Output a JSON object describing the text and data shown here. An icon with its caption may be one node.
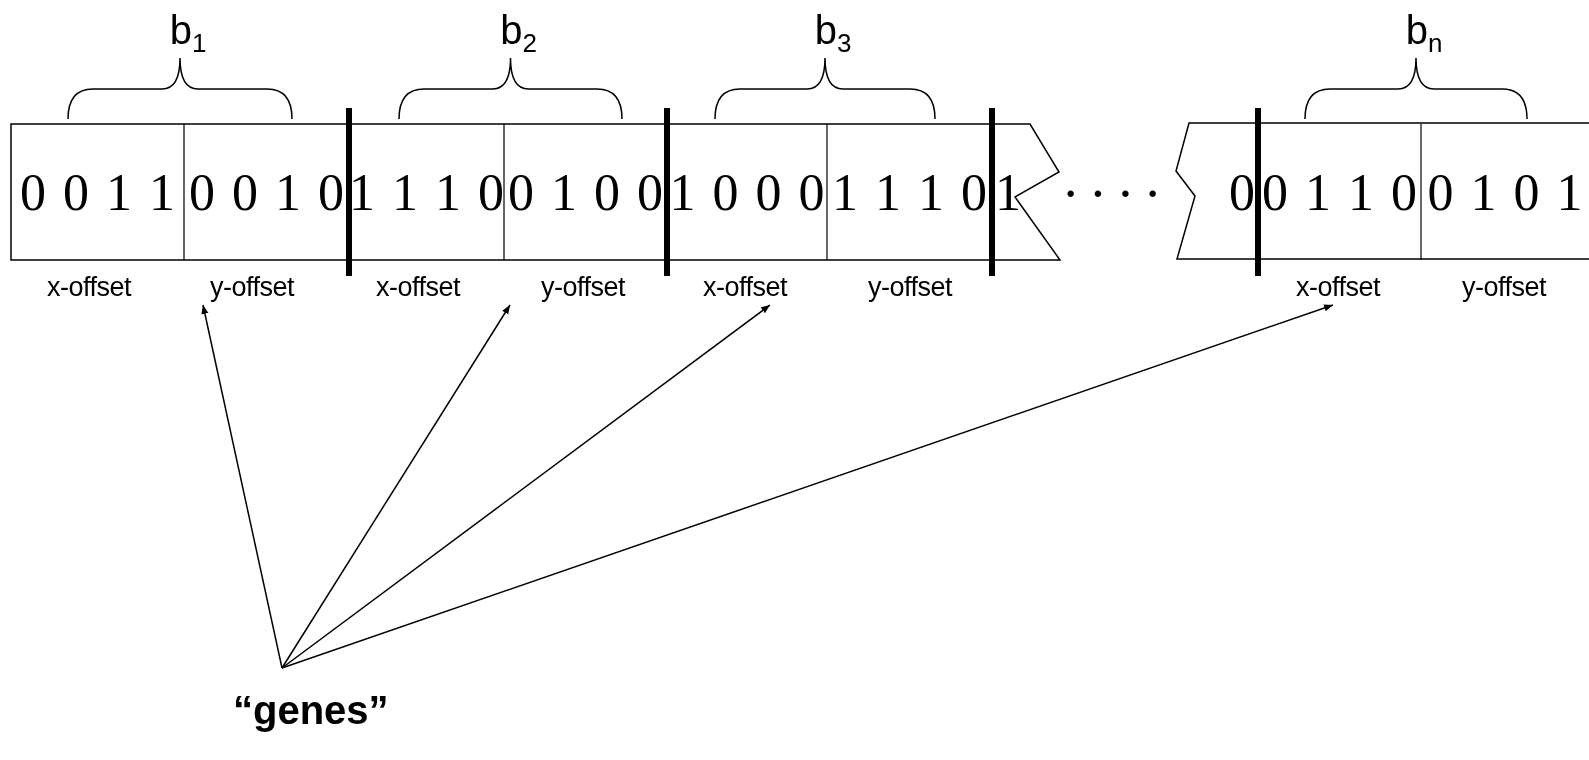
{
  "diagram": {
    "nodes": [
      {
        "text": [
          "0 0 1 1"
        ]
      },
      {
        "text": [
          "0 0 1 0"
        ]
      },
      {
        "text": [
          "1 1 1 0"
        ]
      },
      {
        "text": [
          "0 1 0 0"
        ]
      },
      {
        "text": [
          "1 0 0 0"
        ]
      },
      {
        "text": [
          "1 1 1 0"
        ]
      },
      {
        "text": [
          "1"
        ]
      },
      {
        "text": [
          "0"
        ]
      },
      {
        "text": [
          "0 1 1 0"
        ]
      },
      {
        "text": [
          "0 1 0 1"
        ]
      },
      {
        "text": [
          "x-offset"
        ]
      },
      {
        "text": [
          "y-offset"
        ]
      },
      {
        "text": [
          "x-offset"
        ]
      },
      {
        "text": [
          "y-offset"
        ]
      },
      {
        "text": [
          "x-offset"
        ]
      },
      {
        "text": [
          "y-offset"
        ]
      },
      {
        "text": [
          "x-offset"
        ]
      },
      {
        "text": [
          "y-offset"
        ]
      },
      {
        "text": [
          "“genes”"
        ]
      }
    ],
    "edges": [
      {
        "from": 18,
        "to": 11,
        "arrow": "to"
      },
      {
        "from": 18,
        "to": 12,
        "arrow": "to"
      },
      {
        "from": 18,
        "to": 14,
        "arrow": "to"
      },
      {
        "from": 18,
        "to": 16,
        "arrow": "to"
      }
    ],
    "labels": [
      "b$_{1}$",
      "b$_{2}$",
      "b$_{3}$",
      "b$_{n}$",
      "· · · ·"
    ]
  }
}
